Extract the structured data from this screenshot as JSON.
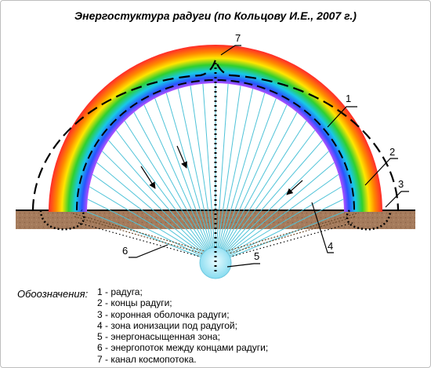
{
  "title": "Энергостуктура радуги (по Кольцову И.Е., 2007 г.)",
  "callouts": [
    "1",
    "2",
    "3",
    "4",
    "5",
    "6",
    "7"
  ],
  "legend": {
    "heading": "Обоозначения:",
    "items": [
      "1 - радуга;",
      "2 - концы радуги;",
      "3 - коронная оболочка радуги;",
      "4 - зона ионизации под радугой;",
      "5 - энергонасыщенная зона;",
      "6 - энергопоток между концами радуги;",
      "7 - канал космопотока."
    ]
  },
  "colors": {
    "rainbow": [
      "#ff2a2a",
      "#ff8a00",
      "#ffe600",
      "#2fd02f",
      "#18c8e8",
      "#2a52ff",
      "#b050ff"
    ],
    "ground": "#a0785a",
    "rays": "#4fc3d8",
    "energy_zone": "#9fe6f5"
  }
}
